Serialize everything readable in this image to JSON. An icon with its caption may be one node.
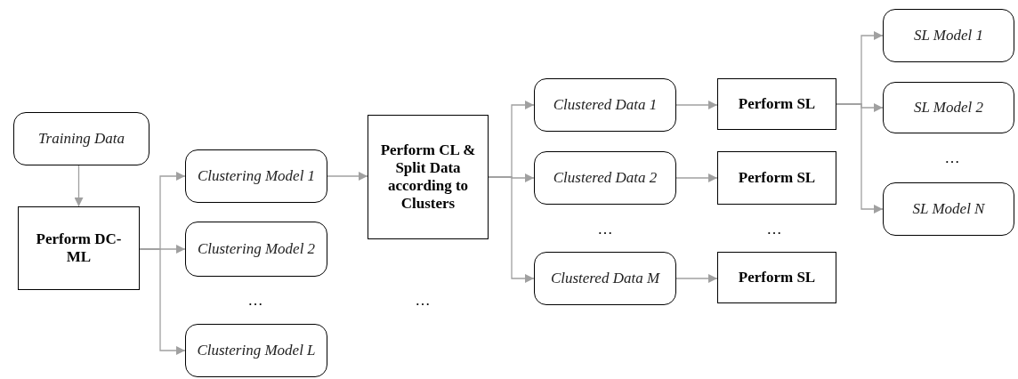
{
  "diagram": {
    "nodes": [
      {
        "text": [
          "Training Data"
        ]
      },
      {
        "text": [
          "Perform DC-ML"
        ]
      },
      {
        "text": [
          "Clustering Model 1"
        ]
      },
      {
        "text": [
          "Clustering Model 2"
        ]
      },
      {
        "text": [
          "Clustering Model L"
        ]
      },
      {
        "text": [
          "Perform CL & Split Data according to Clusters"
        ]
      },
      {
        "text": [
          "Clustered Data 1"
        ]
      },
      {
        "text": [
          "Clustered Data 2"
        ]
      },
      {
        "text": [
          "Clustered Data M"
        ]
      },
      {
        "text": [
          "Perform SL"
        ]
      },
      {
        "text": [
          "Perform SL"
        ]
      },
      {
        "text": [
          "Perform SL"
        ]
      },
      {
        "text": [
          "SL Model 1"
        ]
      },
      {
        "text": [
          "SL Model 2"
        ]
      },
      {
        "text": [
          "SL Model N"
        ]
      }
    ],
    "edges": [
      {
        "from": 0,
        "to": 1,
        "arrow": "to"
      },
      {
        "from": 1,
        "to": 2,
        "arrow": "to"
      },
      {
        "from": 1,
        "to": 3,
        "arrow": "to"
      },
      {
        "from": 1,
        "to": 4,
        "arrow": "to"
      },
      {
        "from": 2,
        "to": 5,
        "arrow": "to"
      },
      {
        "from": 5,
        "to": 6,
        "arrow": "to"
      },
      {
        "from": 5,
        "to": 7,
        "arrow": "to"
      },
      {
        "from": 5,
        "to": 8,
        "arrow": "to"
      },
      {
        "from": 6,
        "to": 9,
        "arrow": "to"
      },
      {
        "from": 7,
        "to": 10,
        "arrow": "to"
      },
      {
        "from": 8,
        "to": 11,
        "arrow": "to"
      },
      {
        "from": 9,
        "to": 12,
        "arrow": "to"
      },
      {
        "from": 9,
        "to": 13,
        "arrow": "to"
      },
      {
        "from": 9,
        "to": 14,
        "arrow": "to"
      }
    ],
    "labels": [
      "…",
      "…",
      "…",
      "…",
      "…"
    ]
  }
}
